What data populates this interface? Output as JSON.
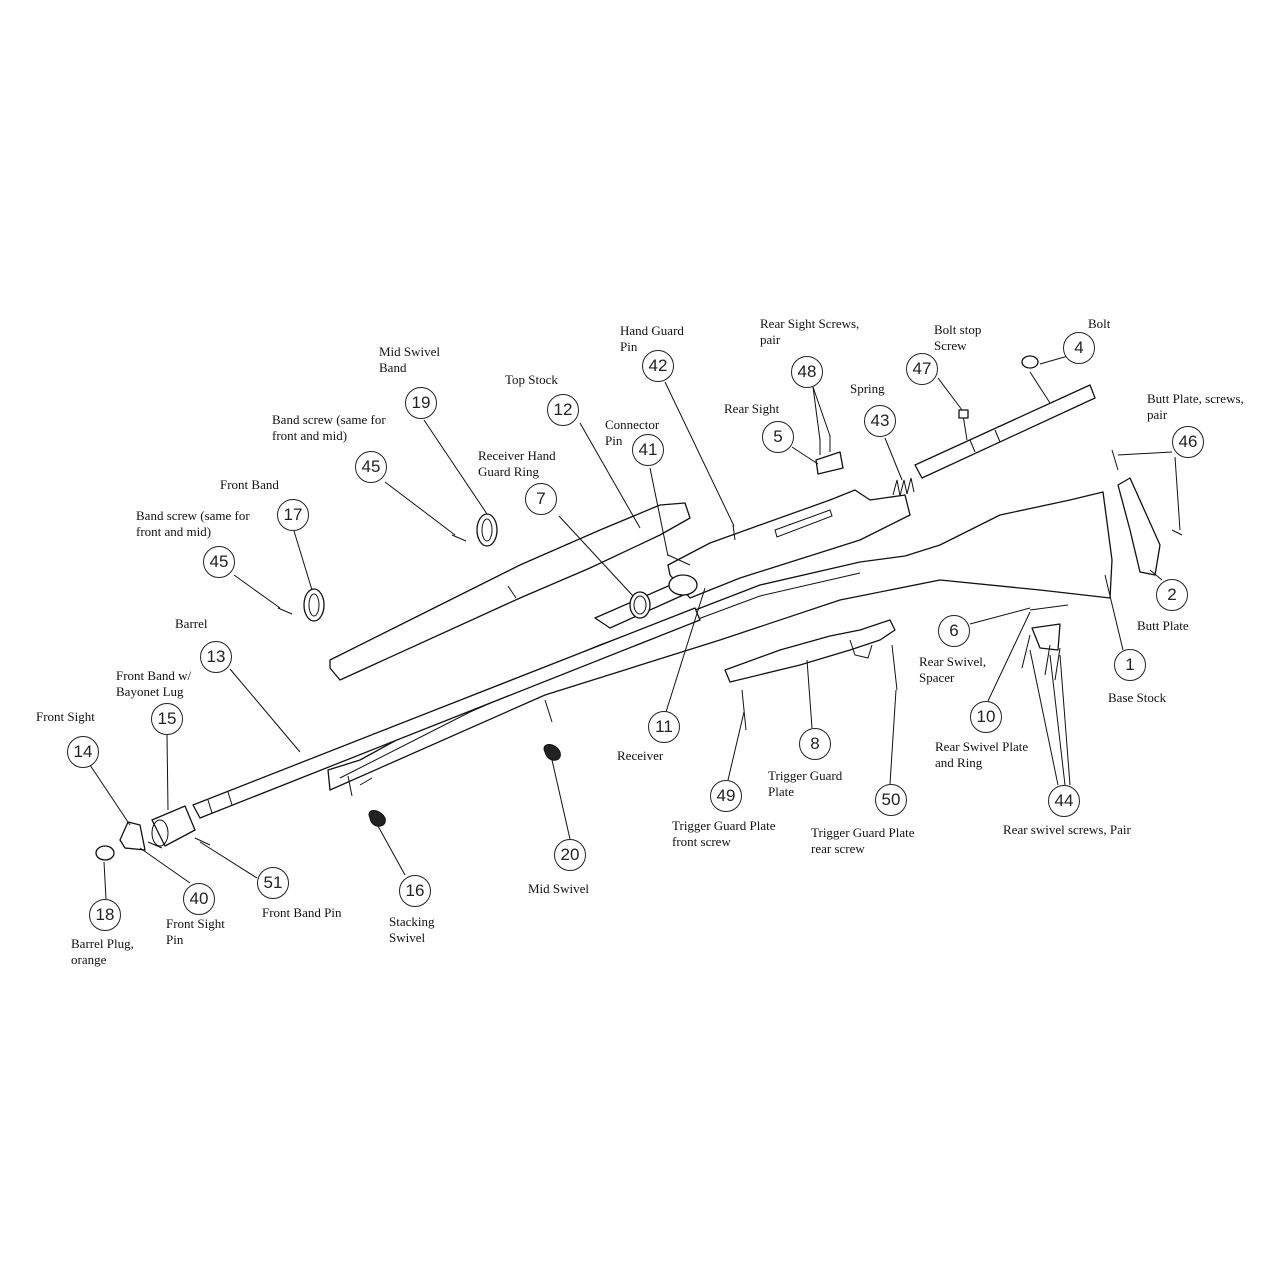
{
  "diagram": {
    "labels": {
      "bolt": "Bolt",
      "rear_sight_screws": [
        "Rear Sight Screws,",
        "pair"
      ],
      "bolt_stop_screw": [
        "Bolt stop",
        "Screw"
      ],
      "hand_guard_pin": [
        "Hand Guard",
        "Pin"
      ],
      "spring": "Spring",
      "rear_sight": "Rear Sight",
      "butt_plate_screws": [
        "Butt Plate, screws,",
        "pair"
      ],
      "mid_swivel_band": [
        "Mid Swivel",
        "Band"
      ],
      "top_stock": "Top Stock",
      "connector_pin": [
        "Connector",
        "Pin"
      ],
      "band_screw_upper": [
        "Band screw (same for",
        "front and mid)"
      ],
      "receiver_hand_guard_ring": [
        "Receiver Hand",
        "Guard Ring"
      ],
      "front_band": "Front Band",
      "band_screw_lower": [
        "Band screw (same for",
        "front and mid)"
      ],
      "barrel": "Barrel",
      "butt_plate": "Butt Plate",
      "rear_swivel_spacer": [
        "Rear Swivel,",
        "Spacer"
      ],
      "base_stock": "Base Stock",
      "front_band_bayonet": [
        "Front Band w/",
        "Bayonet Lug"
      ],
      "front_sight": "Front Sight",
      "receiver": "Receiver",
      "rear_swivel_plate": [
        "Rear Swivel Plate",
        "and Ring"
      ],
      "trigger_guard_plate": [
        "Trigger Guard",
        "Plate"
      ],
      "trigger_guard_front_screw": [
        "Trigger Guard Plate",
        "front screw"
      ],
      "trigger_guard_rear_screw": [
        "Trigger Guard Plate",
        "rear screw"
      ],
      "rear_swivel_screws": "Rear swivel screws, Pair",
      "mid_swivel": "Mid Swivel",
      "front_band_pin": "Front Band Pin",
      "front_sight_pin": [
        "Front Sight",
        "Pin"
      ],
      "stacking_swivel": [
        "Stacking",
        "Swivel"
      ],
      "barrel_plug": [
        "Barrel Plug,",
        "orange"
      ]
    },
    "callouts": {
      "bolt": "4",
      "rear_sight_screws": "48",
      "bolt_stop_screw": "47",
      "hand_guard_pin": "42",
      "spring": "43",
      "rear_sight": "5",
      "butt_plate_screws": "46",
      "mid_swivel_band": "19",
      "top_stock": "12",
      "connector_pin": "41",
      "band_screw_upper": "45",
      "receiver_hand_guard_ring": "7",
      "front_band": "17",
      "band_screw_lower": "45",
      "barrel": "13",
      "butt_plate": "2",
      "rear_swivel_spacer": "6",
      "base_stock": "1",
      "front_band_bayonet": "15",
      "front_sight": "14",
      "receiver": "11",
      "rear_swivel_plate": "10",
      "trigger_guard_plate": "8",
      "trigger_guard_front_screw": "49",
      "trigger_guard_rear_screw": "50",
      "rear_swivel_screws": "44",
      "mid_swivel": "20",
      "front_band_pin": "51",
      "front_sight_pin": "40",
      "stacking_swivel": "16",
      "barrel_plug": "18"
    }
  }
}
